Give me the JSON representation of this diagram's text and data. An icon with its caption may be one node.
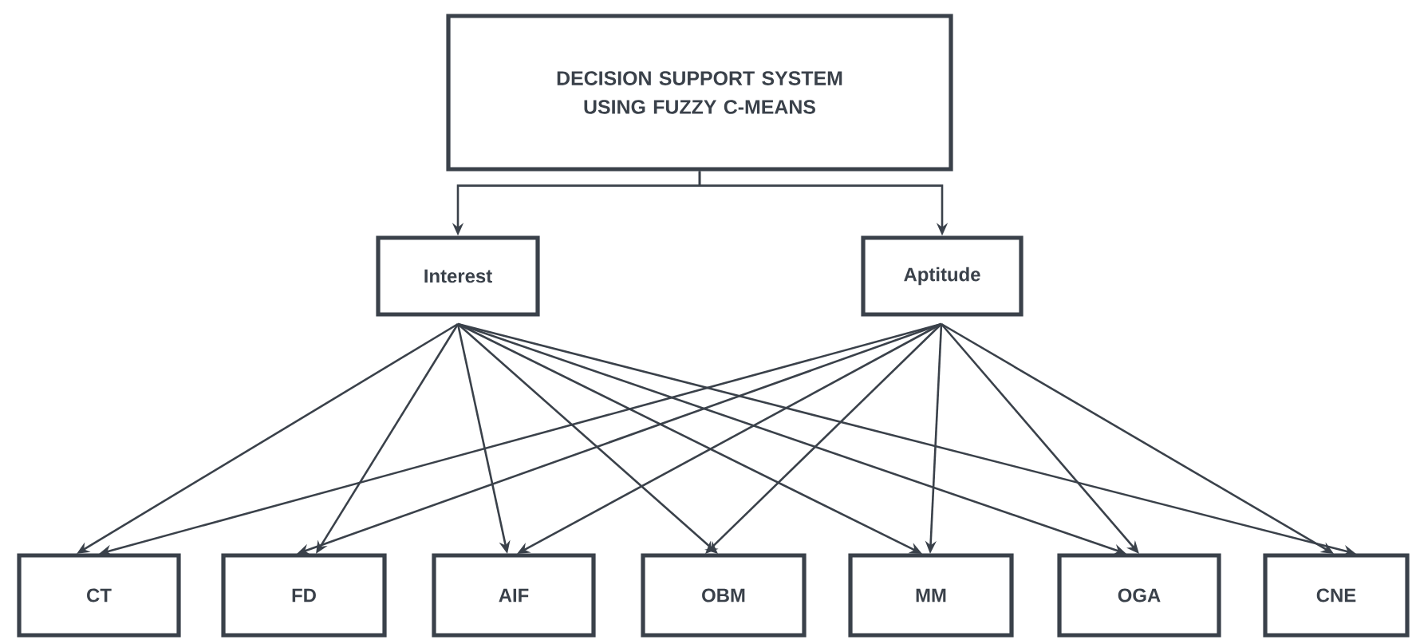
{
  "diagram": {
    "nodes": [
      {
        "text": [
          "DECISION SUPPORT SYSTEM USING FUZZY C-MEANS"
        ]
      },
      {
        "text": [
          "Interest"
        ]
      },
      {
        "text": [
          "Aptitude"
        ]
      },
      {
        "text": [
          "CT"
        ]
      },
      {
        "text": [
          "FD"
        ]
      },
      {
        "text": [
          "AIF"
        ]
      },
      {
        "text": [
          "OBM"
        ]
      },
      {
        "text": [
          "MM"
        ]
      },
      {
        "text": [
          "OGA"
        ]
      },
      {
        "text": [
          "CNE"
        ]
      }
    ],
    "edges": [
      {
        "from": 0,
        "to": 1,
        "arrow": "to"
      },
      {
        "from": 0,
        "to": 2,
        "arrow": "to"
      },
      {
        "from": 1,
        "to": 3,
        "arrow": "to"
      },
      {
        "from": 1,
        "to": 4,
        "arrow": "to"
      },
      {
        "from": 1,
        "to": 5,
        "arrow": "to"
      },
      {
        "from": 1,
        "to": 6,
        "arrow": "to"
      },
      {
        "from": 1,
        "to": 7,
        "arrow": "to"
      },
      {
        "from": 1,
        "to": 8,
        "arrow": "to"
      },
      {
        "from": 1,
        "to": 9,
        "arrow": "to"
      },
      {
        "from": 2,
        "to": 3,
        "arrow": "to"
      },
      {
        "from": 2,
        "to": 4,
        "arrow": "to"
      },
      {
        "from": 2,
        "to": 5,
        "arrow": "to"
      },
      {
        "from": 2,
        "to": 6,
        "arrow": "to"
      },
      {
        "from": 2,
        "to": 7,
        "arrow": "to"
      },
      {
        "from": 2,
        "to": 8,
        "arrow": "to"
      },
      {
        "from": 2,
        "to": 9,
        "arrow": "to"
      }
    ]
  }
}
